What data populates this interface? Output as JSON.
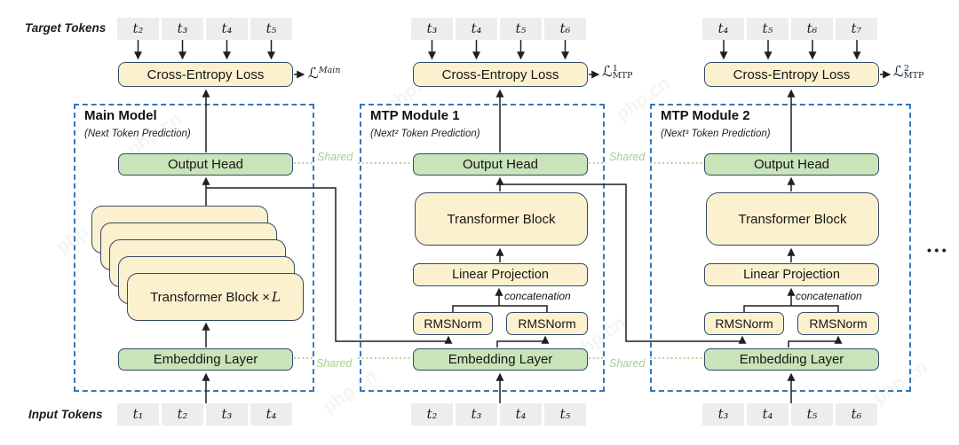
{
  "labels": {
    "target_tokens": "Target Tokens",
    "input_tokens": "Input Tokens",
    "shared": "Shared",
    "concatenation": "concatenation",
    "ellipsis": "•••",
    "watermark": "php.cn"
  },
  "modules": [
    {
      "title": "Main Model",
      "subtitle": "(Next Token Prediction)",
      "cross_entropy": "Cross-Entropy Loss",
      "loss": {
        "symbol": "ℒ",
        "sup": "",
        "sub": "Main"
      },
      "output_head": "Output Head",
      "transformer_prefix": "Transformer Block × ",
      "transformer_var": "L",
      "embedding": "Embedding Layer",
      "target_tokens": [
        "t₂",
        "t₃",
        "t₄",
        "t₅"
      ],
      "input_tokens": [
        "t₁",
        "t₂",
        "t₃",
        "t₄"
      ]
    },
    {
      "title": "MTP Module 1",
      "subtitle": "(Next² Token Prediction)",
      "cross_entropy": "Cross-Entropy Loss",
      "loss": {
        "symbol": "ℒ",
        "sup": "1",
        "sub": "MTP"
      },
      "output_head": "Output Head",
      "transformer_block": "Transformer Block",
      "linear_projection": "Linear Projection",
      "rmsnorm_left": "RMSNorm",
      "rmsnorm_right": "RMSNorm",
      "embedding": "Embedding Layer",
      "target_tokens": [
        "t₃",
        "t₄",
        "t₅",
        "t₆"
      ],
      "input_tokens": [
        "t₂",
        "t₃",
        "t₄",
        "t₅"
      ]
    },
    {
      "title": "MTP Module 2",
      "subtitle": "(Next³ Token Prediction)",
      "cross_entropy": "Cross-Entropy Loss",
      "loss": {
        "symbol": "ℒ",
        "sup": "2",
        "sub": "MTP"
      },
      "output_head": "Output Head",
      "transformer_block": "Transformer Block",
      "linear_projection": "Linear Projection",
      "rmsnorm_left": "RMSNorm",
      "rmsnorm_right": "RMSNorm",
      "embedding": "Embedding Layer",
      "target_tokens": [
        "t₄",
        "t₅",
        "t₆",
        "t₇"
      ],
      "input_tokens": [
        "t₃",
        "t₄",
        "t₅",
        "t₆"
      ]
    }
  ],
  "colors": {
    "box_yellow": "#FCF1CE",
    "box_green": "#C9E4B8",
    "box_border": "#344A67",
    "token_gray": "#EDEDED",
    "module_dash_blue": "#3578BC",
    "shared_green": "#A6CE8E",
    "line_dark": "#1f1f1f"
  }
}
